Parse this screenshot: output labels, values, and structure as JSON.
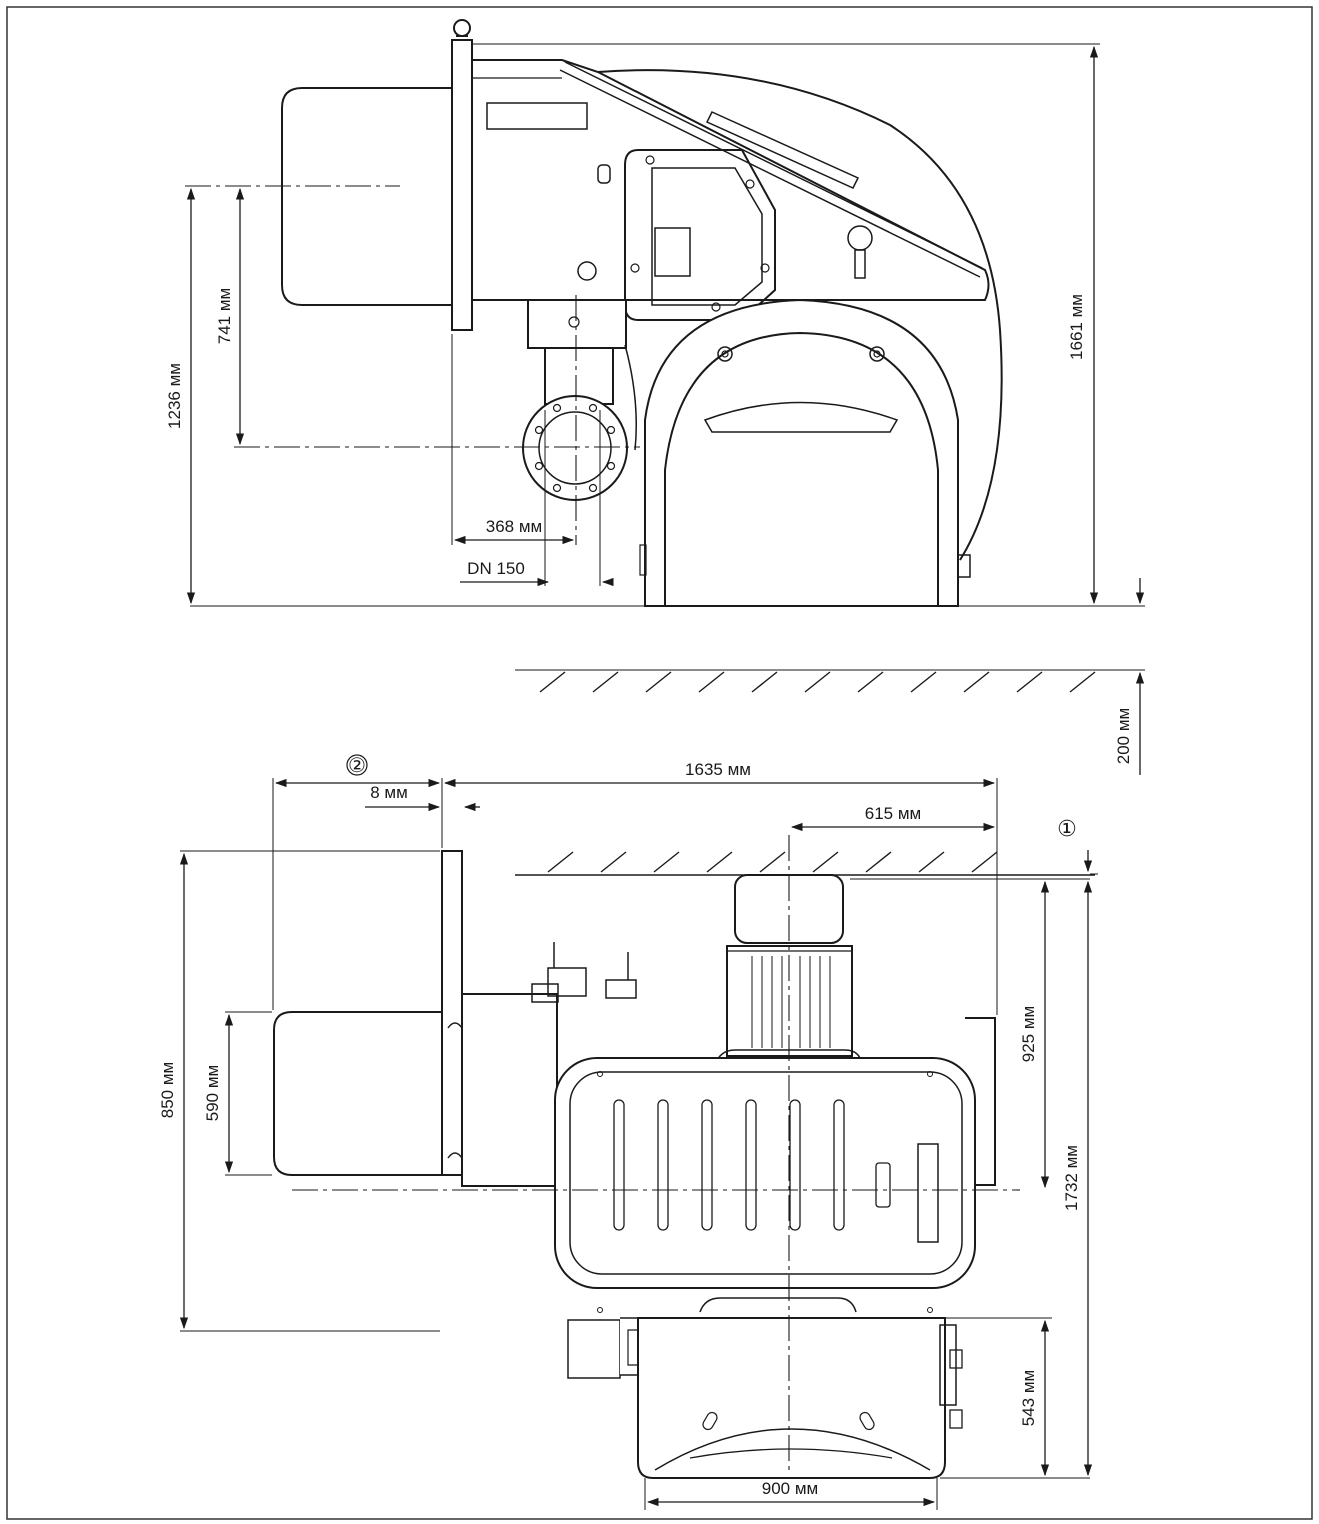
{
  "dimensions": {
    "side_height_total": "1661 мм",
    "side_axis_height": "1236 мм",
    "side_axis_to_flange": "741 мм",
    "side_flange_offset": "368 мм",
    "side_gas_connection": "DN 150",
    "floor_clearance": "200 мм",
    "top_length_total": "1635 мм",
    "top_axis_offset": "615 мм",
    "top_flange_gap": "8 мм",
    "top_flange_width": "850 мм",
    "top_tube_width": "590 мм",
    "top_motor_length": "925 мм",
    "top_depth_total": "1732 мм",
    "top_fan_depth": "543 мм",
    "top_fan_width": "900 мм"
  },
  "callouts": {
    "service_space": "②",
    "wall_clearance": "①"
  },
  "colors": {
    "line": "#1a1a1a",
    "paper": "#ffffff",
    "frame": "#333333"
  }
}
